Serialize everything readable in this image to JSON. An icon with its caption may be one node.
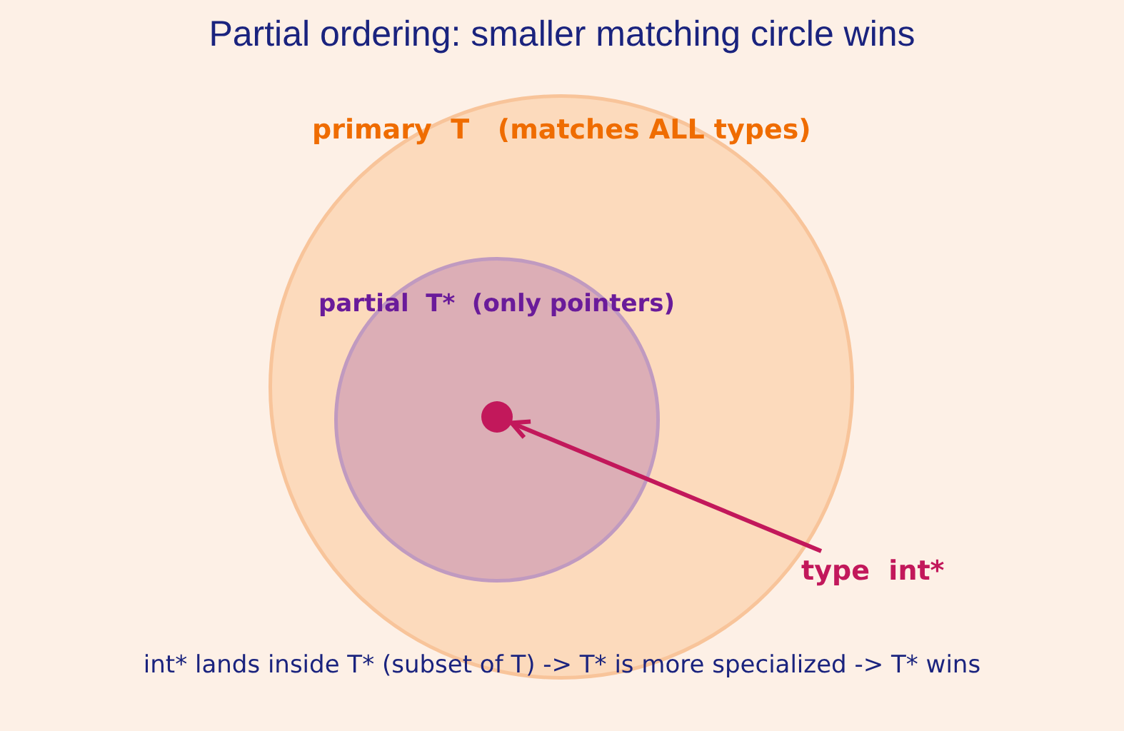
{
  "diagram": {
    "title": "Partial ordering: smaller matching circle wins",
    "caption": "int* lands inside T* (subset of T) -> T* is more specialized -> T* wins",
    "nodes": [
      {
        "text": [
          "primary  T   (matches ALL types)"
        ]
      },
      {
        "text": [
          "partial  T*  (only pointers)"
        ],
        "in": 0
      },
      {
        "text": [],
        "shape": "circle",
        "in": 1
      },
      {
        "text": [
          "type  int*"
        ]
      }
    ],
    "edges": [
      {
        "from": 3,
        "to": 2,
        "arrow": "to"
      }
    ]
  }
}
